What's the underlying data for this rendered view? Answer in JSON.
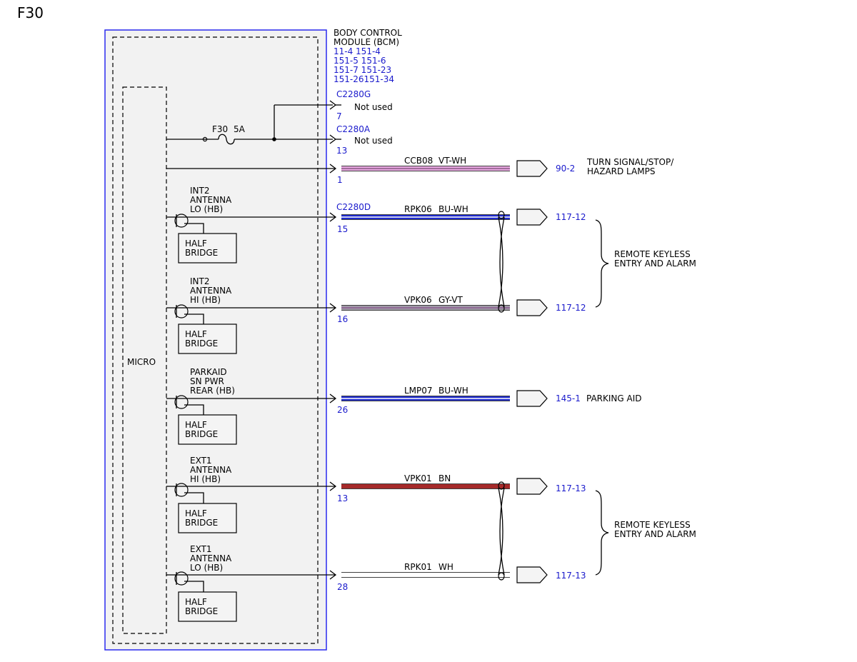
{
  "page_title": "F30",
  "module": {
    "name_lines": [
      "BODY CONTROL",
      "MODULE (BCM)"
    ],
    "refs": [
      "11-4  151-4",
      "151-5 151-6",
      "151-7  151-23",
      "151-26151-34"
    ],
    "micro_label": "MICRO"
  },
  "fuse": {
    "name": "F30",
    "rating": "5A"
  },
  "colors": {
    "module_border": "#2a2aee",
    "module_fill": "#f2f2f2",
    "ref_text": "#1a1acc",
    "tip_fill": "#f4f4f4"
  },
  "half_bridge_label": [
    "HALF",
    "BRIDGE"
  ],
  "unused_pins": [
    {
      "connector": "C2280G",
      "pin": "7",
      "note": "Not used"
    },
    {
      "connector": "C2280A",
      "pin": "13",
      "note": "Not used"
    }
  ],
  "circuits": [
    {
      "pin": "1",
      "connector": "",
      "wire": "CCB08",
      "color_code": "VT-WH",
      "wire_color": "#e7a6e0",
      "stripe_color": "#8a5a86",
      "ref": "90-2",
      "dest_lines": [
        "TURN SIGNAL/STOP/",
        "HAZARD LAMPS"
      ],
      "func_lines": [],
      "half_bridge": false
    },
    {
      "pin": "15",
      "connector": "C2280D",
      "wire": "RPK06",
      "color_code": "BU-WH",
      "wire_color": "#1e2acc",
      "stripe_color": "#ffffff",
      "ref": "117-12",
      "dest_lines": [],
      "func_lines": [
        "INT2",
        "ANTENNA",
        "LO (HB)"
      ],
      "half_bridge": true
    },
    {
      "pin": "16",
      "connector": "",
      "wire": "VPK06",
      "color_code": "GY-VT",
      "wire_color": "#a09aa6",
      "stripe_color": "#8a5a90",
      "ref": "117-12",
      "dest_lines": [],
      "func_lines": [
        "INT2",
        "ANTENNA",
        "HI (HB)"
      ],
      "half_bridge": true
    },
    {
      "pin": "26",
      "connector": "",
      "wire": "LMP07",
      "color_code": "BU-WH",
      "wire_color": "#1e2acc",
      "stripe_color": "#ffffff",
      "ref": "145-1",
      "dest_lines": [
        "PARKING AID"
      ],
      "func_lines": [
        "PARKAID",
        "SN PWR",
        "REAR (HB)"
      ],
      "half_bridge": true
    },
    {
      "pin": "13",
      "connector": "",
      "wire": "VPK01",
      "color_code": "BN",
      "wire_color": "#a52a2a",
      "stripe_color": "#a52a2a",
      "ref": "117-13",
      "dest_lines": [],
      "func_lines": [
        "EXT1",
        "ANTENNA",
        "HI (HB)"
      ],
      "half_bridge": true
    },
    {
      "pin": "28",
      "connector": "",
      "wire": "RPK01",
      "color_code": "WH",
      "wire_color": "#ffffff",
      "stripe_color": "#ffffff",
      "ref": "117-13",
      "dest_lines": [],
      "func_lines": [
        "EXT1",
        "ANTENNA",
        "LO (HB)"
      ],
      "half_bridge": true
    }
  ],
  "groups": [
    {
      "label_lines": [
        "REMOTE KEYLESS",
        "ENTRY AND ALARM"
      ]
    },
    {
      "label_lines": [
        "REMOTE KEYLESS",
        "ENTRY AND ALARM"
      ]
    }
  ]
}
